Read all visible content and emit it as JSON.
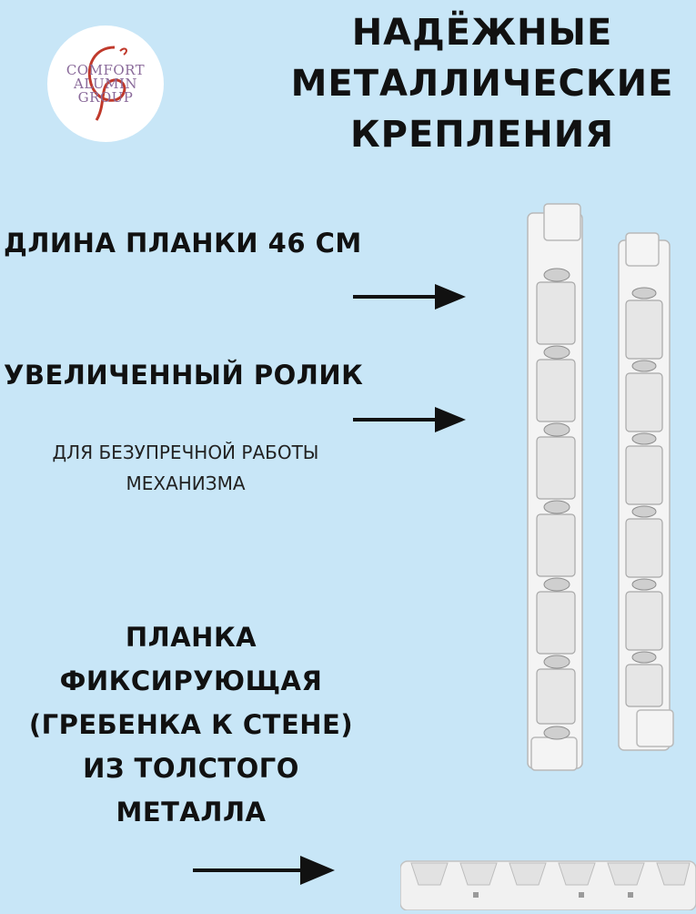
{
  "logo": {
    "line1": "COMFORT",
    "line2": "ALUMIN",
    "line3": "GROUP"
  },
  "headline": [
    "НАДЁЖНЫЕ",
    "МЕТАЛЛИЧЕСКИЕ",
    "КРЕПЛЕНИЯ"
  ],
  "features": {
    "length_label": "ДЛИНА ПЛАНКИ 46 СМ",
    "roller_label": "УВЕЛИЧЕННЫЙ РОЛИК",
    "roller_note_line1": "ДЛЯ БЕЗУПРЕЧНОЙ РАБОТЫ",
    "roller_note_line2": "МЕХАНИЗМА",
    "fixing_lines": [
      "ПЛАНКА",
      "ФИКСИРУЮЩАЯ",
      "(ГРЕБЕНКА К СТЕНЕ)",
      "ИЗ ТОЛСТОГО",
      "МЕТАЛЛА"
    ]
  },
  "colors": {
    "background": "#c8e6f7",
    "text": "#111111",
    "logo_accent": "#c0392b",
    "product": "#f2f2f2"
  }
}
